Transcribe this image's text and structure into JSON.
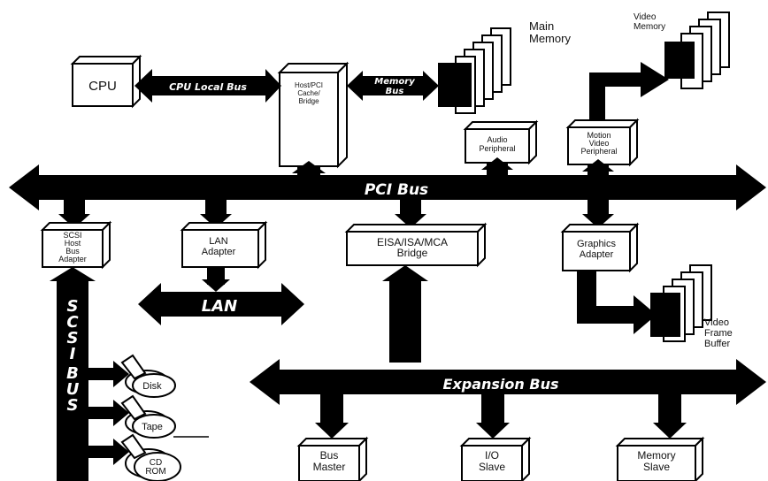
{
  "diagram": {
    "boxes": {
      "cpu": "CPU",
      "host_bridge": [
        "Host/PCI",
        "Cache/",
        "Bridge"
      ],
      "main_memory": [
        "Main",
        "Memory"
      ],
      "video_memory": [
        "Video",
        "Memory"
      ],
      "audio": [
        "Audio",
        "Peripheral"
      ],
      "motion_video": [
        "Motion",
        "Video",
        "Peripheral"
      ],
      "scsi_adapter": [
        "SCSI",
        "Host",
        "Bus",
        "Adapter"
      ],
      "lan_adapter": [
        "LAN",
        "Adapter"
      ],
      "eisa_bridge": [
        "EISA/ISA/MCA",
        "Bridge"
      ],
      "graphics_adapter": [
        "Graphics",
        "Adapter"
      ],
      "frame_buffer": [
        "Video",
        "Frame",
        "Buffer"
      ],
      "bus_master": [
        "Bus",
        "Master"
      ],
      "io_slave": [
        "I/O",
        "Slave"
      ],
      "memory_slave": [
        "Memory",
        "Slave"
      ],
      "disk": "Disk",
      "tape": "Tape",
      "cdrom": [
        "CD",
        "ROM"
      ]
    },
    "buses": {
      "cpu_local": "CPU Local Bus",
      "memory_bus": [
        "Memory",
        "Bus"
      ],
      "pci": "PCI Bus",
      "lan": "LAN",
      "scsi": [
        "S",
        "C",
        "S",
        "I",
        "B",
        "U",
        "S"
      ],
      "expansion": "Expansion Bus"
    }
  }
}
